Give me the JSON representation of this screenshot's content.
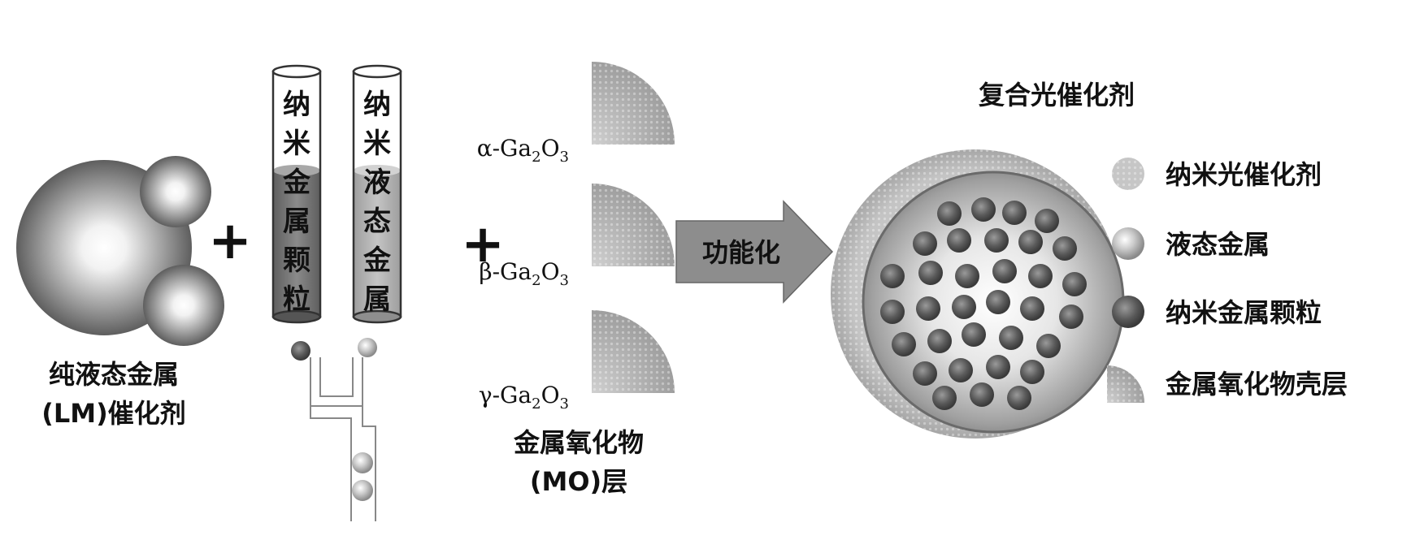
{
  "lm_label": {
    "line1": "纯液态金属",
    "line2": "(LM)催化剂"
  },
  "tube_left": [
    "纳",
    "米",
    "金",
    "属",
    "颗",
    "粒"
  ],
  "tube_right": [
    "纳",
    "米",
    "液",
    "态",
    "金",
    "属"
  ],
  "plus": "+",
  "oxides": [
    {
      "prefix": "α-Ga",
      "sub1": "2",
      "mid": "O",
      "sub2": "3"
    },
    {
      "prefix": "β-Ga",
      "sub1": "2",
      "mid": "O",
      "sub2": "3"
    },
    {
      "prefix": "γ-Ga",
      "sub1": "2",
      "mid": "O",
      "sub2": "3"
    }
  ],
  "mo_label": {
    "line1": "金属氧化物",
    "line2": "(MO)层"
  },
  "arrow_label": "功能化",
  "composite_title": "复合光催化剂",
  "legend": [
    {
      "icon": "nano-photocatalyst-icon",
      "label": "纳米光催化剂"
    },
    {
      "icon": "liquid-metal-icon",
      "label": "液态金属"
    },
    {
      "icon": "nano-metal-particle-icon",
      "label": "纳米金属颗粒"
    },
    {
      "icon": "metal-oxide-shell-icon",
      "label": "金属氧化物壳层"
    }
  ],
  "colors": {
    "dark_particle": "#5a5a5a",
    "shell": "#c6c6c6",
    "arrow": "#8d8d8d",
    "liquid_dark": "#777777",
    "liquid_light": "#b0b0b0"
  }
}
